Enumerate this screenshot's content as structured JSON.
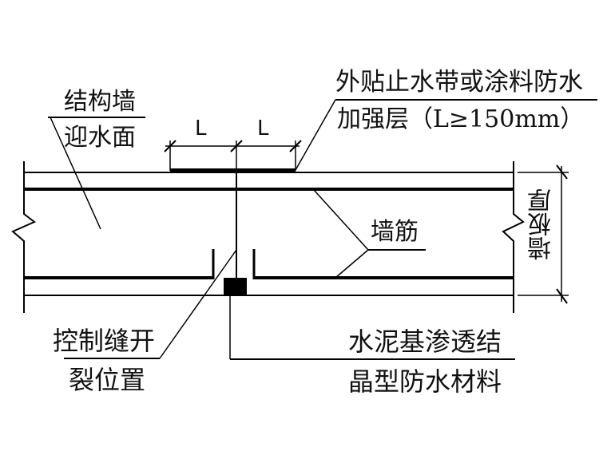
{
  "diagram": {
    "title": "Wall control joint waterproofing detail",
    "labels": {
      "wall_face_line1": "结构墙",
      "wall_face_line2": "迎水面",
      "waterstop_line1": "外贴止水带或涂料防水",
      "waterstop_line2": "加强层（L≥150mm）",
      "dim_left": "L",
      "dim_right": "L",
      "rebar": "墙筋",
      "thickness": "墙板厚",
      "joint_line1": "控制缝开",
      "joint_line2": "裂位置",
      "material_line1": "水泥基渗透结",
      "material_line2": "晶型防水材料"
    }
  }
}
